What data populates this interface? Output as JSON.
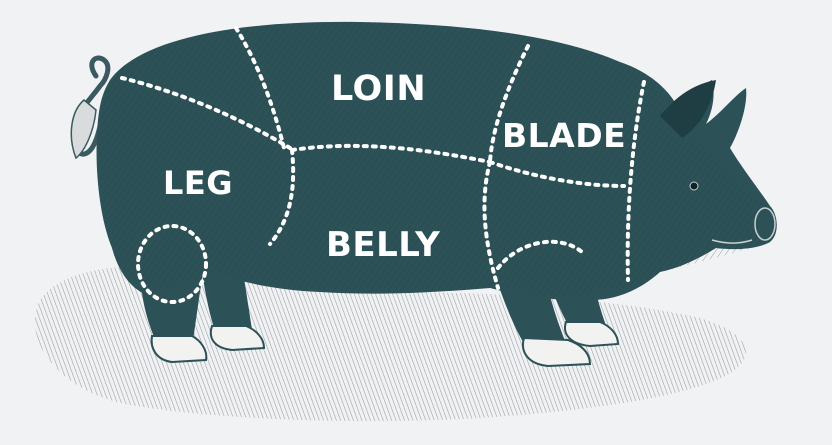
{
  "diagram": {
    "colors": {
      "background": "#f1f2f4",
      "pig_body": "#2c5157",
      "pig_shade": "#1f3e43",
      "hooves": "#f2f2f0",
      "cut_lines": "#ffffff",
      "ground_shadow": "#8c9498"
    },
    "labels": {
      "loin": "LOIN",
      "blade": "BLADE",
      "leg": "LEG",
      "belly": "BELLY"
    }
  }
}
